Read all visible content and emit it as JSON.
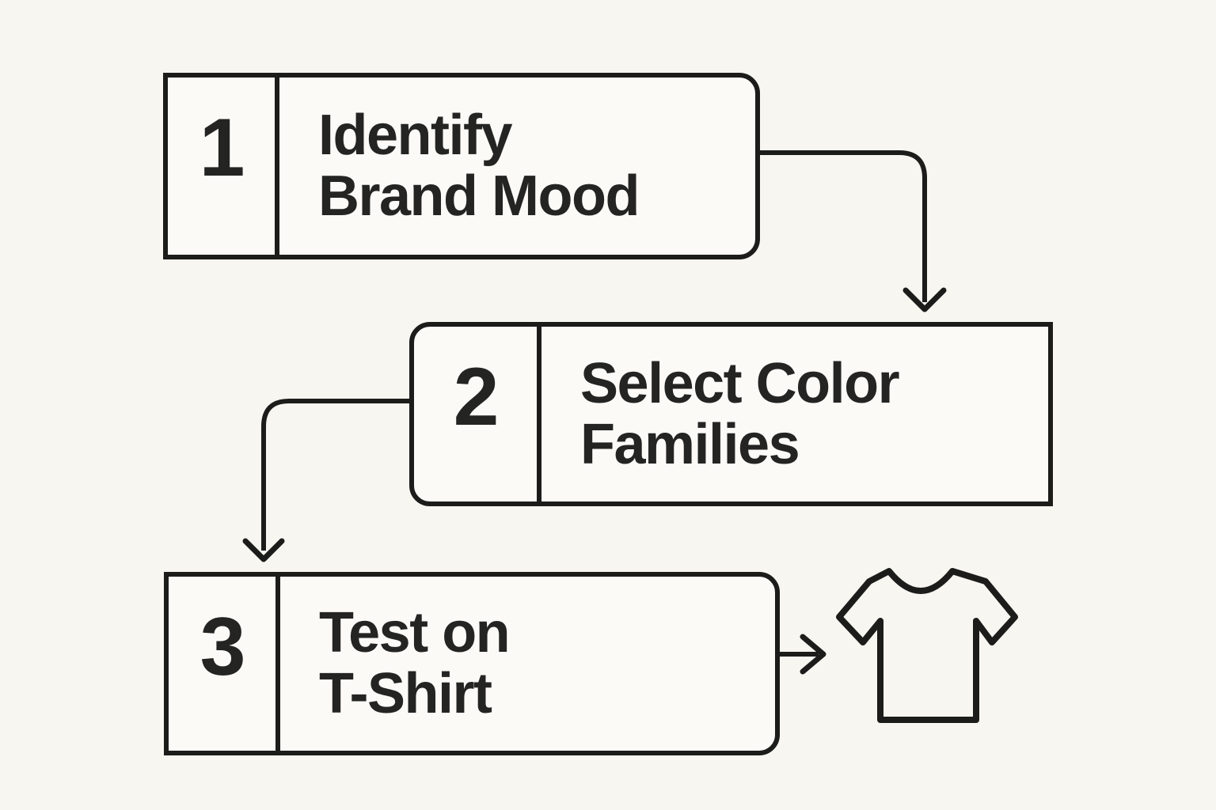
{
  "diagram": {
    "type": "flowchart",
    "steps": [
      {
        "number": "1",
        "label": "Identify\nBrand Mood"
      },
      {
        "number": "2",
        "label": "Select Color\nFamilies"
      },
      {
        "number": "3",
        "label": "Test on\nT-Shirt"
      }
    ],
    "icons": {
      "result": "tshirt-outline-icon"
    },
    "colors": {
      "background": "#f7f6f1",
      "box_fill": "#fbfaf6",
      "stroke": "#1c1c1a",
      "text": "#242423"
    }
  }
}
